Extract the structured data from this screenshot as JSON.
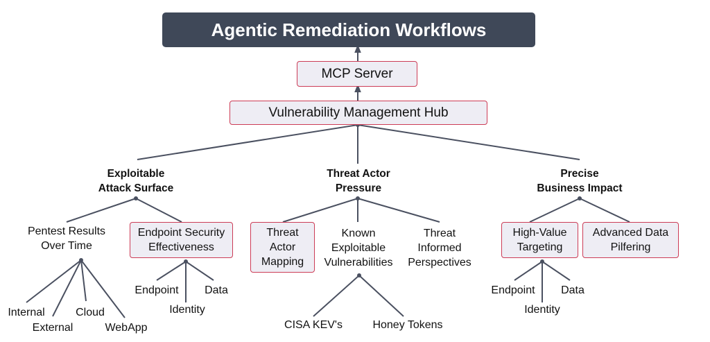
{
  "title": "Agentic Remediation Workflows",
  "mcp": "MCP Server",
  "hub": "Vulnerability Management Hub",
  "colors": {
    "title_bg": "#3f4858",
    "box_fill": "#eeedf4",
    "box_border": "#cc3b55",
    "edge": "#4a5060"
  },
  "pillars": {
    "surface": {
      "title": "Exploitable\nAttack Surface",
      "pentest": "Pentest Results\nOver Time",
      "pentest_children": [
        "Internal",
        "External",
        "Cloud",
        "WebApp"
      ],
      "endpoint_security": "Endpoint Security\nEffectiveness",
      "endpoint_children": [
        "Endpoint",
        "Identity",
        "Data"
      ]
    },
    "threat": {
      "title": "Threat Actor\nPressure",
      "mapping": "Threat\nActor\nMapping",
      "known": "Known\nExploitable\nVulnerabilities",
      "known_children": [
        "CISA KEV's",
        "Honey Tokens"
      ],
      "informed": "Threat\nInformed\nPerspectives"
    },
    "impact": {
      "title": "Precise\nBusiness Impact",
      "targeting": "High-Value\nTargeting",
      "targeting_children": [
        "Endpoint",
        "Identity",
        "Data"
      ],
      "pilfering": "Advanced Data\nPilfering"
    }
  }
}
